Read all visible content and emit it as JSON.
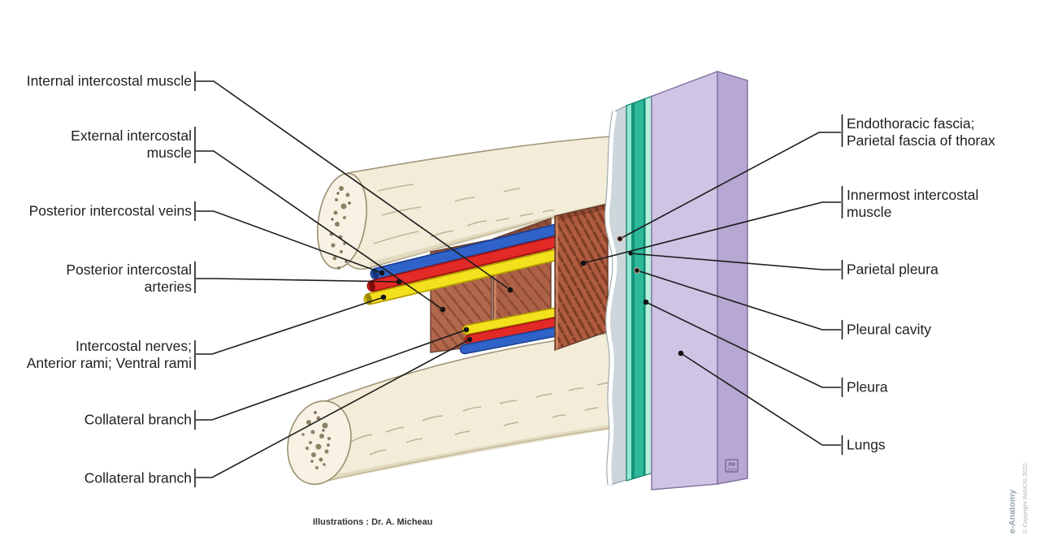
{
  "figure": {
    "caption": "Illustrations : Dr. A. Micheau",
    "brand_vertical": "e-Anatomy",
    "copyright_vertical": "© Copyright IMAIOS 2022",
    "logo_top": "IM",
    "logo_bottom": "AIOS"
  },
  "labels": {
    "left": [
      {
        "id": "internal-intercostal-muscle",
        "text": "Internal intercostal muscle"
      },
      {
        "id": "external-intercostal-muscle",
        "text": "External intercostal\nmuscle"
      },
      {
        "id": "posterior-intercostal-veins",
        "text": "Posterior intercostal veins"
      },
      {
        "id": "posterior-intercostal-arteries",
        "text": "Posterior intercostal\narteries"
      },
      {
        "id": "intercostal-nerves",
        "text": "Intercostal nerves;\nAnterior rami; Ventral rami"
      },
      {
        "id": "collateral-branch-upper",
        "text": "Collateral branch"
      },
      {
        "id": "collateral-branch-lower",
        "text": "Collateral branch"
      }
    ],
    "right": [
      {
        "id": "endothoracic-fascia",
        "text": "Endothoracic fascia;\nParietal fascia of thorax"
      },
      {
        "id": "innermost-intercostal-muscle",
        "text": "Innermost intercostal\nmuscle"
      },
      {
        "id": "parietal-pleura",
        "text": "Parietal pleura"
      },
      {
        "id": "pleural-cavity",
        "text": "Pleural cavity"
      },
      {
        "id": "pleura",
        "text": "Pleura"
      },
      {
        "id": "lungs",
        "text": "Lungs"
      }
    ]
  },
  "colors": {
    "bone": "#f2ecd9",
    "bone_outline": "#a2967a",
    "muscle": "#b2684d",
    "muscle_hatch": "#7c4028",
    "vein_blue": "#2f63c9",
    "artery_red": "#e22a26",
    "nerve_yellow": "#f4e11e",
    "fascia_gray": "#ccd6db",
    "pleura_teal": "#2cb899",
    "lung_purple": "#d0c4e5",
    "leader_line": "#1c1c1c"
  }
}
